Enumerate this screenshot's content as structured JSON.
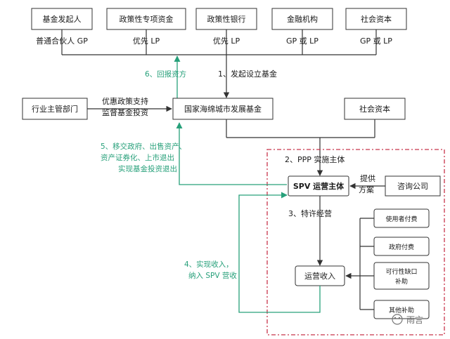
{
  "colors": {
    "accent_green": "#27a07a",
    "dashed_border": "#c8344a",
    "line": "#333333"
  },
  "top_boxes": [
    {
      "label": "基金发起人",
      "role": "普通合伙人 GP"
    },
    {
      "label": "政策性专项资金",
      "role": "优先   LP"
    },
    {
      "label": "政策性银行",
      "role": "优先   LP"
    },
    {
      "label": "金融机构",
      "role": "GP 或 LP"
    },
    {
      "label": "社会资本",
      "role": "GP 或 LP"
    }
  ],
  "nodes": {
    "industry": "行业主管部门",
    "fund": "国家海绵城市发展基金",
    "social_capital": "社会资本",
    "spv": "SPV 运营主体",
    "consult": "咨询公司",
    "revenue": "运营收入",
    "user_pay": "使用者付费",
    "gov_pay": "政府付费",
    "gap": [
      "可行性缺口",
      "补助"
    ],
    "other_subsidy": "其他补助"
  },
  "labels": {
    "step1": "1、发起设立基金",
    "step2": "2、PPP 实施主体",
    "step3": "3、特许经营",
    "step4": [
      "4、实现收入，",
      "纳入 SPV 营收"
    ],
    "step5": [
      "5、移交政府、出售资产、",
      "资产证券化、上市退出",
      "实现基金投资退出"
    ],
    "step6": "6、回报资方",
    "policy": [
      "优惠政策支持",
      "监督基金投资"
    ],
    "provide": [
      "提供",
      "方案"
    ]
  },
  "watermark": "雨言"
}
